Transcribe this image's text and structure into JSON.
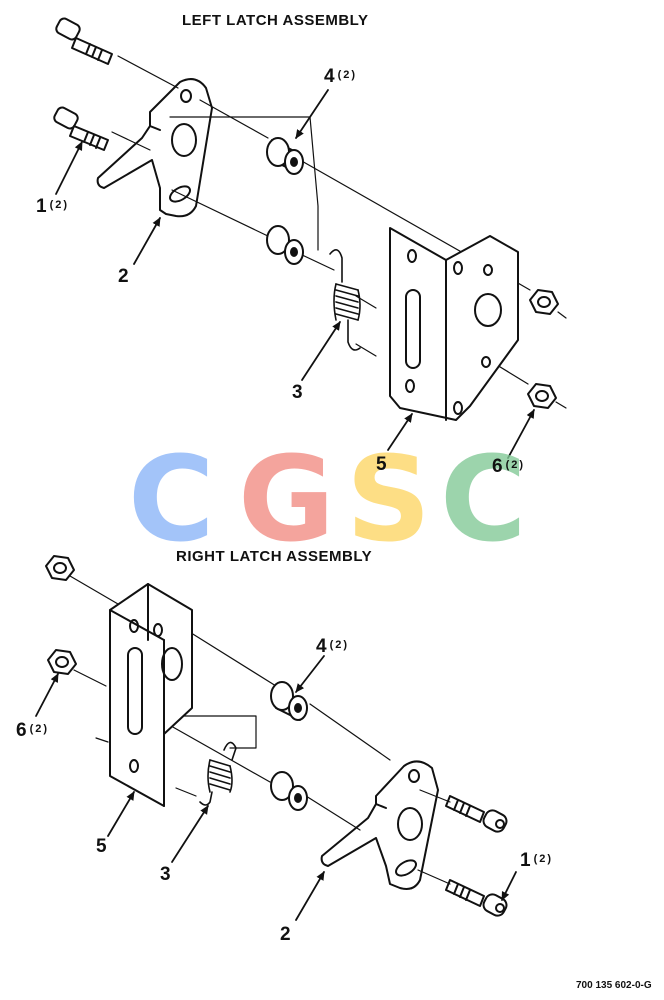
{
  "top_title": "LEFT LATCH ASSEMBLY",
  "bottom_title": "RIGHT LATCH ASSEMBLY",
  "figure_id": "700 135 602-0-G",
  "watermark": {
    "letters": [
      "C",
      "G",
      "S",
      "C"
    ],
    "colors": [
      "#8ab4f8",
      "#f28b82",
      "#fdd663",
      "#81c995"
    ]
  },
  "top_callouts": [
    {
      "num": "1",
      "qty": "(2)"
    },
    {
      "num": "2",
      "qty": ""
    },
    {
      "num": "3",
      "qty": ""
    },
    {
      "num": "4",
      "qty": "(2)"
    },
    {
      "num": "5",
      "qty": ""
    },
    {
      "num": "6",
      "qty": "(2)"
    }
  ],
  "bottom_callouts": [
    {
      "num": "1",
      "qty": "(2)"
    },
    {
      "num": "2",
      "qty": ""
    },
    {
      "num": "3",
      "qty": ""
    },
    {
      "num": "4",
      "qty": "(2)"
    },
    {
      "num": "5",
      "qty": ""
    },
    {
      "num": "6",
      "qty": "(2)"
    }
  ]
}
